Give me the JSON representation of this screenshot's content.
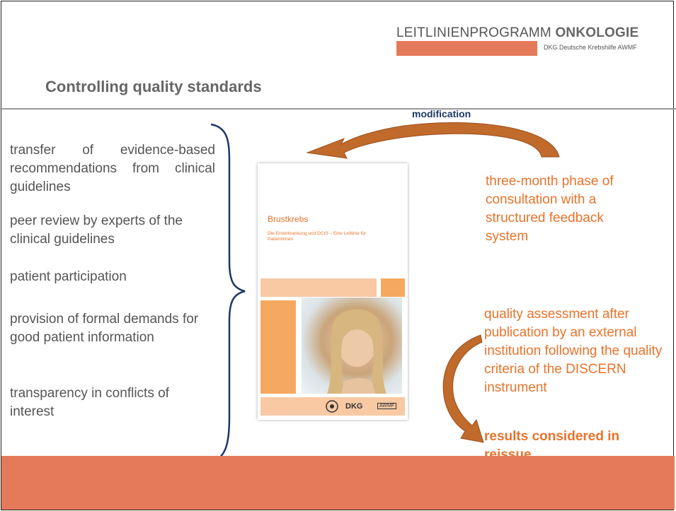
{
  "header": {
    "brand_light": "LEITLINIENPROGRAMM ",
    "brand_bold": "ONKOLOGIE",
    "partner_logos": "DKG  Deutsche Krebshilfe  AWMF",
    "accent_color": "#e57a5b"
  },
  "slide": {
    "title": "Controlling quality standards"
  },
  "left_list": [
    "transfer of evidence-based recommendations from clinical guidelines",
    "peer review by experts of the clinical guidelines",
    "patient participation",
    "provision of formal demands for good patient information",
    "transparency in conflicts of interest"
  ],
  "diagram": {
    "modification_label": "modification",
    "consultation_text": "three-month phase of consultation with a structured feedback system",
    "assessment_text": "quality assessment after publication by an external institution following the quality criteria of the DISCERN instrument",
    "results_text": "results considered in reissue",
    "arrow_color": "#c06a2b"
  },
  "booklet": {
    "title": "Brustkrebs",
    "subtitle": "Die Ersterkrankung und DCIS – Eine Leitlinie für Patientinnen",
    "logo_dkg": "DKG",
    "logo_awmf": "AWMF"
  }
}
